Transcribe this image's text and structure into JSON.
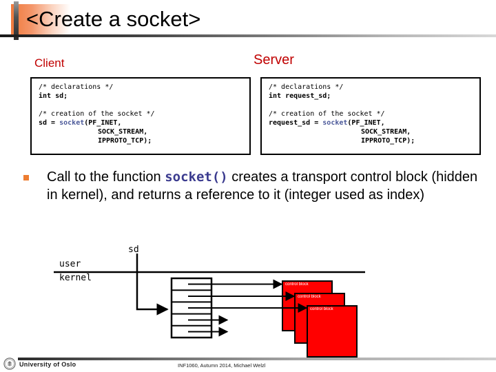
{
  "slide": {
    "title": "<Create a socket>",
    "columns": {
      "client_label": "Client",
      "server_label": "Server"
    },
    "code": {
      "client": {
        "comment_declarations": "/* declarations */",
        "declaration": "int sd;",
        "comment_creation": "/* creation of the socket */",
        "call_line_1_prefix": "sd = ",
        "call_fn": "socket",
        "call_line_1_suffix": "(PF_INET,",
        "call_line_2": "SOCK_STREAM,",
        "call_line_3": "IPPROTO_TCP);"
      },
      "server": {
        "comment_declarations": "/* declarations */",
        "declaration": "int request_sd;",
        "comment_creation": "/* creation of the socket */",
        "call_line_1_prefix": "request_sd = ",
        "call_fn": "socket",
        "call_line_1_suffix": "(PF_INET,",
        "call_line_2": "SOCK_STREAM,",
        "call_line_3": "IPPROTO_TCP);"
      }
    },
    "bullet": {
      "text_before_code": "Call to the function ",
      "code": "socket()",
      "text_after_code": " creates a transport  control block (hidden in kernel), and returns a reference to it (integer used as index)"
    },
    "diagram": {
      "sd_label": "sd",
      "user_label": "user",
      "kernel_label": "kernel",
      "table_rows": 5,
      "control_blocks": [
        {
          "label": "control block"
        },
        {
          "label": "control block"
        },
        {
          "label": "control block"
        }
      ],
      "colors": {
        "control_block_fill": "#FF0000",
        "control_block_border": "#000000",
        "line": "#000000"
      }
    },
    "colors": {
      "heading_red": "#C00000",
      "bullet_orange": "#ED7D31",
      "code_keyword_blue": "#4A5899",
      "title_accent": "#F07A3C"
    },
    "footer": {
      "institution": "University of Oslo",
      "course_line": "INF1060,  Autumn 2014,  Michael Welzl"
    }
  }
}
